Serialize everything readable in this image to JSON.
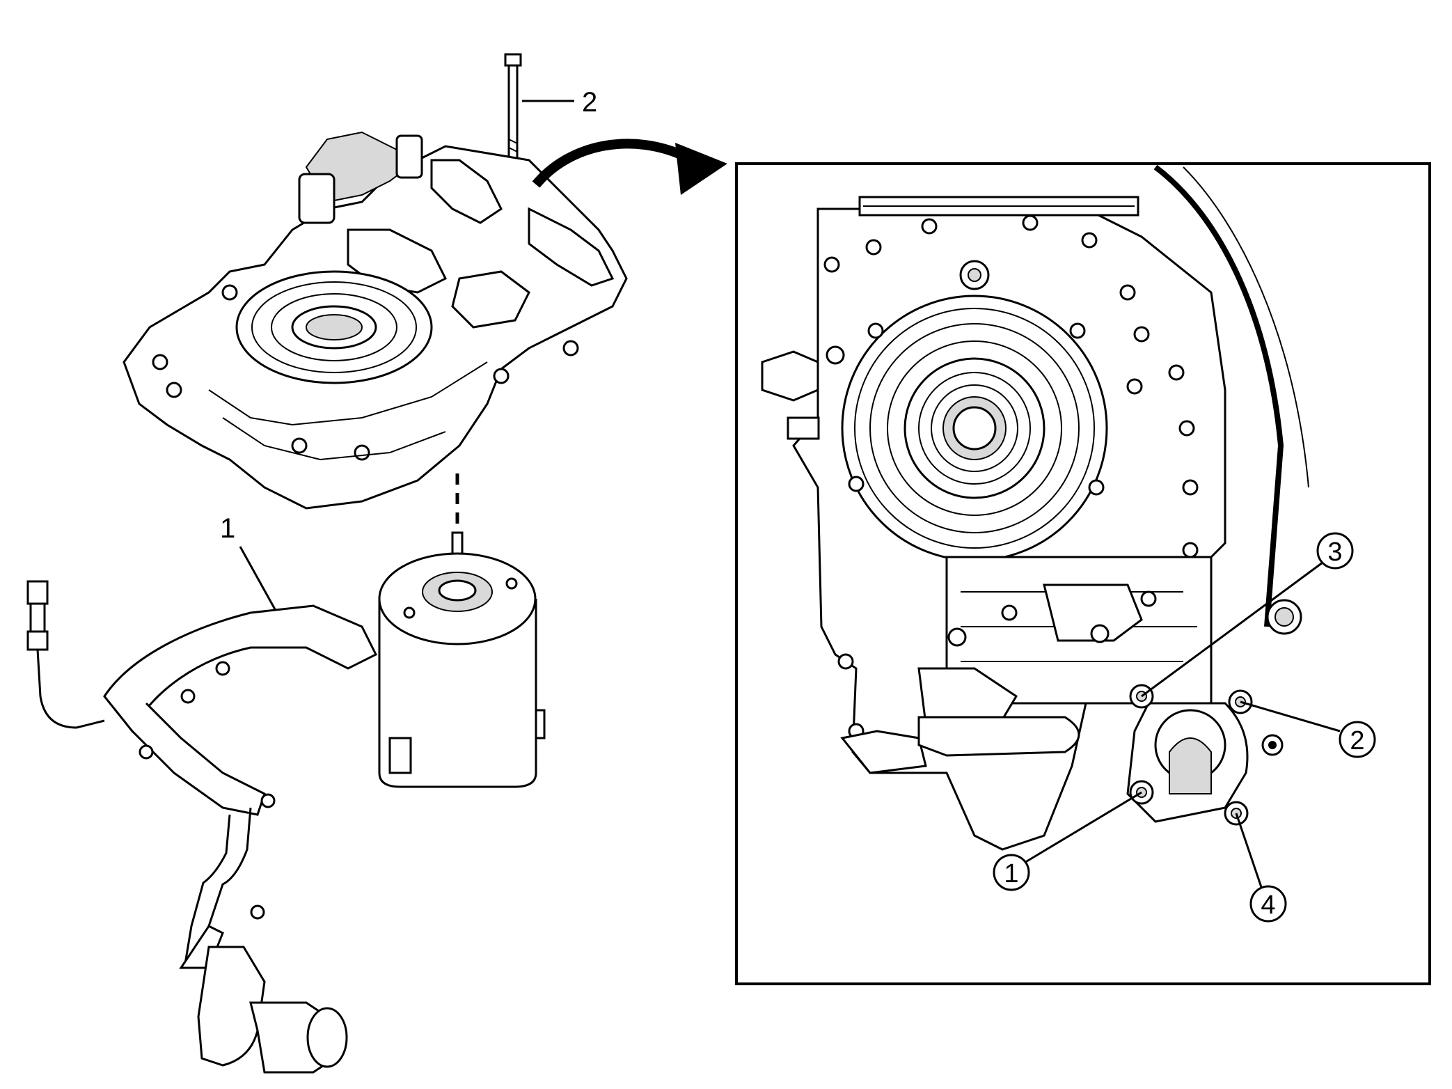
{
  "diagram": {
    "exploded_view_callouts": [
      {
        "id": "callout-1",
        "text": "1"
      },
      {
        "id": "callout-2",
        "text": "2"
      }
    ],
    "inset_callouts": [
      {
        "id": "inset-callout-1",
        "text": "1"
      },
      {
        "id": "inset-callout-2",
        "text": "2"
      },
      {
        "id": "inset-callout-3",
        "text": "3"
      },
      {
        "id": "inset-callout-4",
        "text": "4"
      }
    ]
  }
}
